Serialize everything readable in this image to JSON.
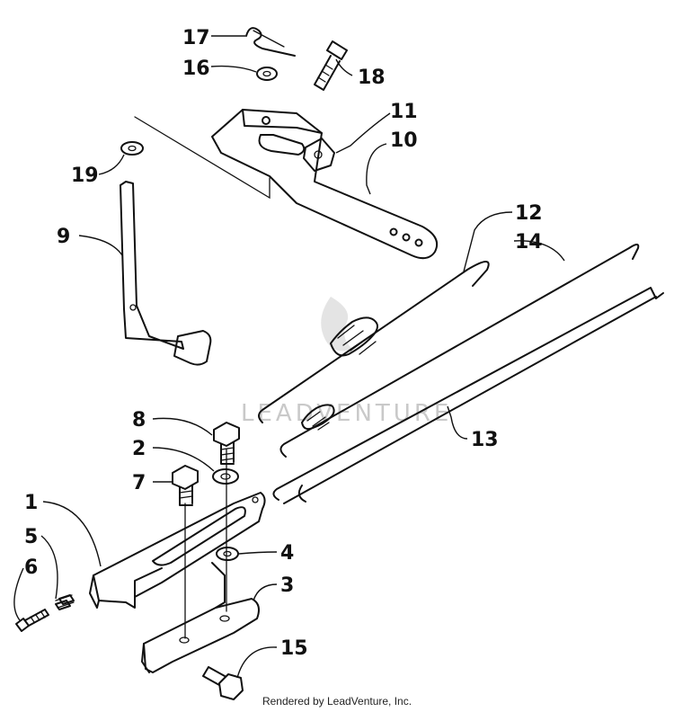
{
  "diagram": {
    "callouts": [
      "1",
      "2",
      "3",
      "4",
      "5",
      "6",
      "7",
      "8",
      "9",
      "10",
      "11",
      "12",
      "13",
      "14",
      "15",
      "16",
      "17",
      "18",
      "19"
    ],
    "watermark_text": "LEADVENTURE"
  },
  "footer": {
    "credit": "Rendered by LeadVenture, Inc."
  }
}
